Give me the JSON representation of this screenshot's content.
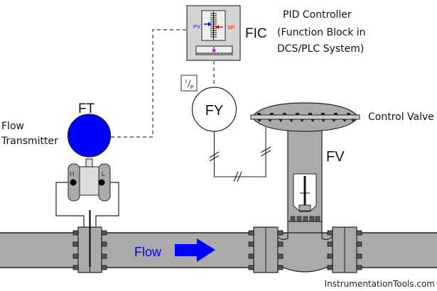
{
  "diagram": {
    "type": "Flow control loop (P&ID style)",
    "colors": {
      "pipe": "#aaaaaa",
      "outline": "#222222",
      "transmitter_head": "#0000ff",
      "flow_text": "#0000ff",
      "pv_color": "#0000ff",
      "sp_color": "#ff0000",
      "output_arrow": "#cc00ff",
      "controller_face": "#dddddd",
      "valve_body": "#aaaaaa"
    },
    "controller": {
      "tag": "FIC",
      "pv_label": "PV",
      "sp_label": "SP",
      "description_lines": [
        "PID Controller",
        "(Function Block in",
        "DCS/PLC System)"
      ]
    },
    "transducer": {
      "tag": "FY",
      "function_label_top": "I",
      "function_label_bottom": "P"
    },
    "transmitter": {
      "tag": "FT",
      "description_lines": [
        "Flow",
        "Transmitter"
      ],
      "high_port": "H",
      "low_port": "L"
    },
    "valve": {
      "tag": "FV",
      "description": "Control Valve"
    },
    "process": {
      "flow_label": "Flow",
      "flow_direction": "right"
    },
    "watermark": "InstrumentationTools.com"
  }
}
